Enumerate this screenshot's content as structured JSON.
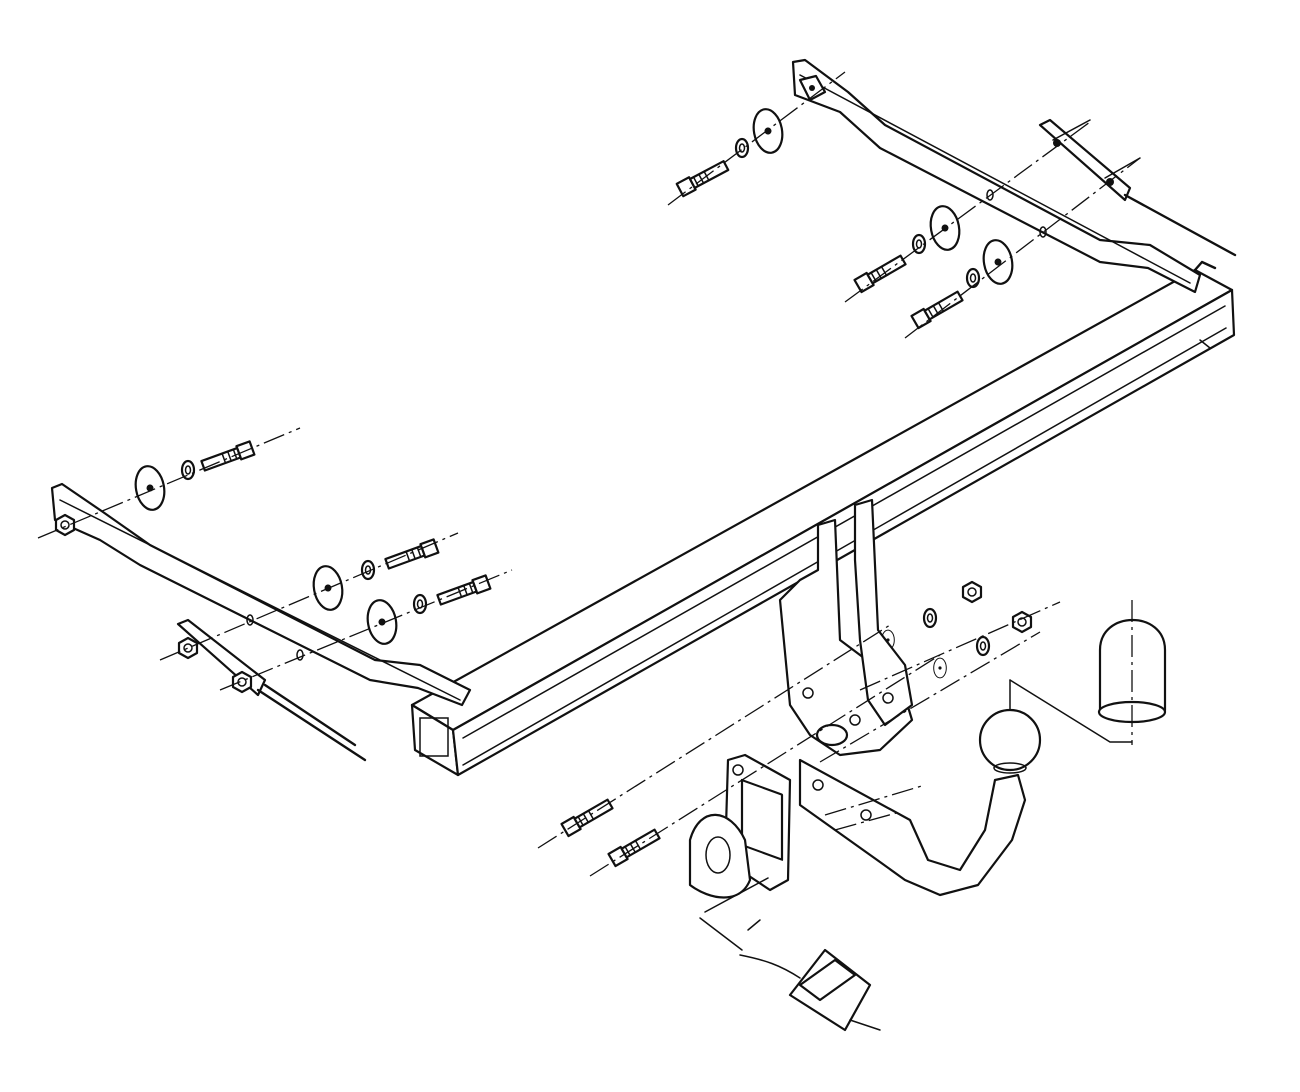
{
  "diagram": {
    "kind": "exploded-assembly-drawing",
    "colors": {
      "ink": "#111111",
      "paper": "#ffffff"
    },
    "components": [
      "cross-beam",
      "left-side-bracket",
      "right-side-bracket",
      "left-fixing-plate",
      "right-fixing-plate",
      "mounting-bolt",
      "large-washer",
      "spring-washer",
      "hex-nut",
      "hitch-bracket",
      "tow-ball-neck",
      "tow-ball",
      "ball-cover-cap",
      "socket-mounting-plate",
      "socket-gasket",
      "wiring-connector"
    ]
  }
}
